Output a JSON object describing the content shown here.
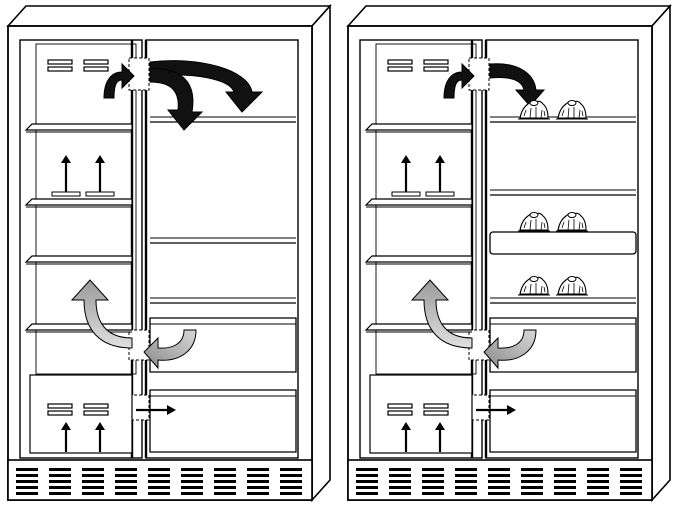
{
  "figure": {
    "panels": [
      {
        "id": "left",
        "content": "empty-fresh-food-compartment"
      },
      {
        "id": "right",
        "content": "fresh-food-compartment-with-food-items"
      }
    ],
    "colors": {
      "stroke": "#000000",
      "background": "#ffffff",
      "arrow_dark": "#111111",
      "arrow_light": "#9a9a9a",
      "grille": "#000000"
    },
    "icons": {
      "airflow_up": "arrow-up-icon",
      "airflow_right": "arrow-right-icon",
      "airflow_curved": "curved-arrow-icon",
      "food": "food-item-icon",
      "vent": "vent-icon",
      "grille": "grille-icon"
    }
  }
}
